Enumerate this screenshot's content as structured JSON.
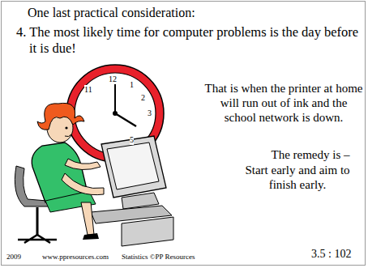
{
  "diagram": {
    "title": "One last practical consideration:",
    "labels": [
      "4. The most likely time for computer problems is the day before it is due!",
      "That is when the printer at home will run out of ink and the school network is down.",
      "The remedy is –",
      "Start early and aim to finish early.",
      "12",
      "11",
      "1",
      "2",
      "3",
      "5",
      "2009",
      "www.ppresources.com",
      "Statistics ©PP Resources",
      "3.5 : 102"
    ]
  }
}
